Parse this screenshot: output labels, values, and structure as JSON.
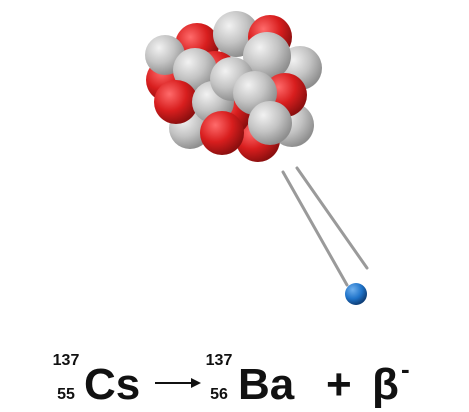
{
  "equation": {
    "parent": {
      "mass": "137",
      "atomic": "55",
      "symbol": "Cs"
    },
    "daughter": {
      "mass": "137",
      "atomic": "56",
      "symbol": "Ba"
    },
    "plus": "+",
    "particle": {
      "symbol": "β",
      "charge": "-"
    }
  },
  "colors": {
    "proton": "#d81e1e",
    "neutron": "#bdbdbd",
    "electron": "#1f73c9",
    "track": "#9a9a9a",
    "text": "#111111"
  }
}
